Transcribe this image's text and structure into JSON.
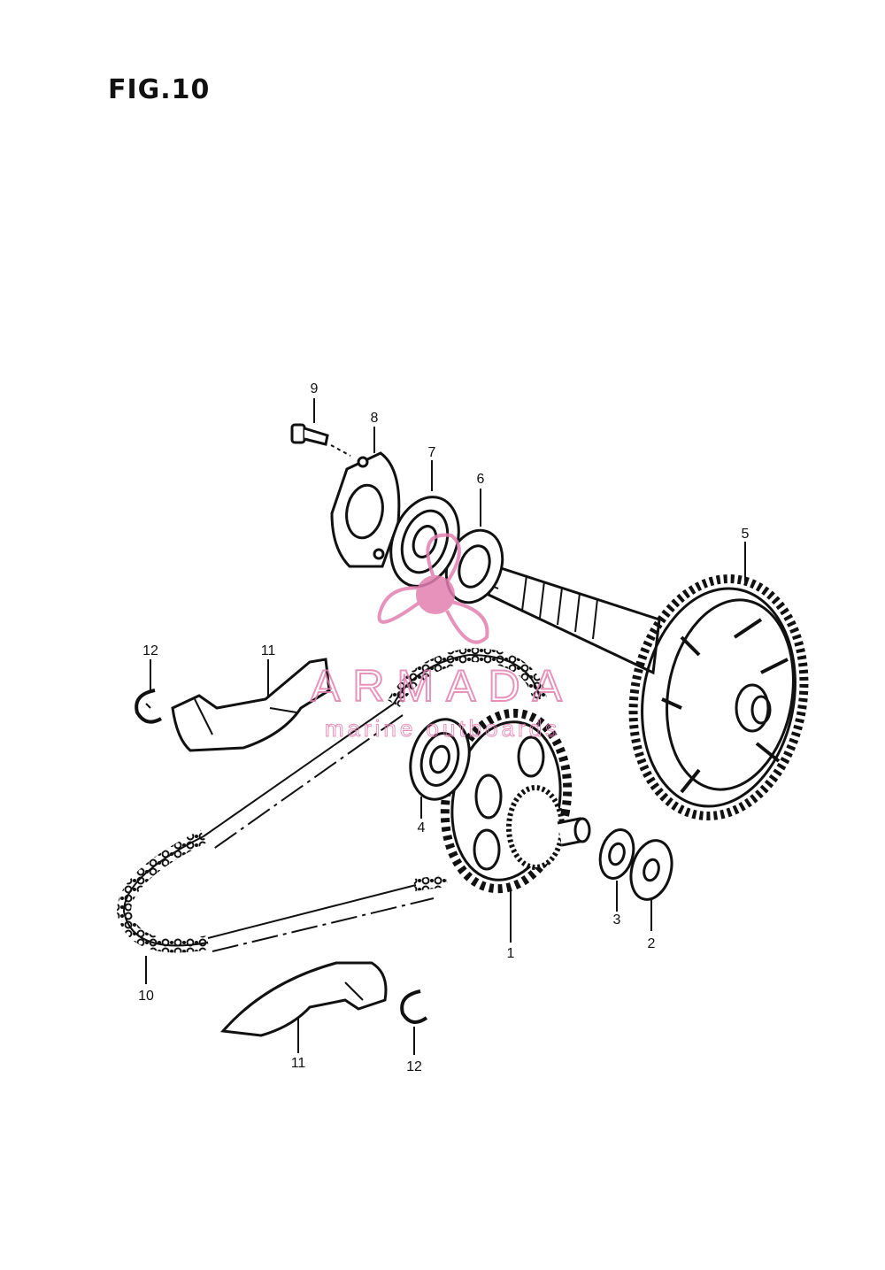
{
  "figure": {
    "title": "FIG.10"
  },
  "callouts": {
    "c1": "1",
    "c2": "2",
    "c3": "3",
    "c4": "4",
    "c5": "5",
    "c6": "6",
    "c7": "7",
    "c8": "8",
    "c9": "9",
    "c10": "10",
    "c11a": "11",
    "c11b": "11",
    "c12a": "12",
    "c12b": "12"
  },
  "watermark": {
    "brand": "ARMADA",
    "tagline": "marine outboards",
    "color": "#e27fb0"
  },
  "colors": {
    "ink": "#111111",
    "background": "#ffffff"
  }
}
